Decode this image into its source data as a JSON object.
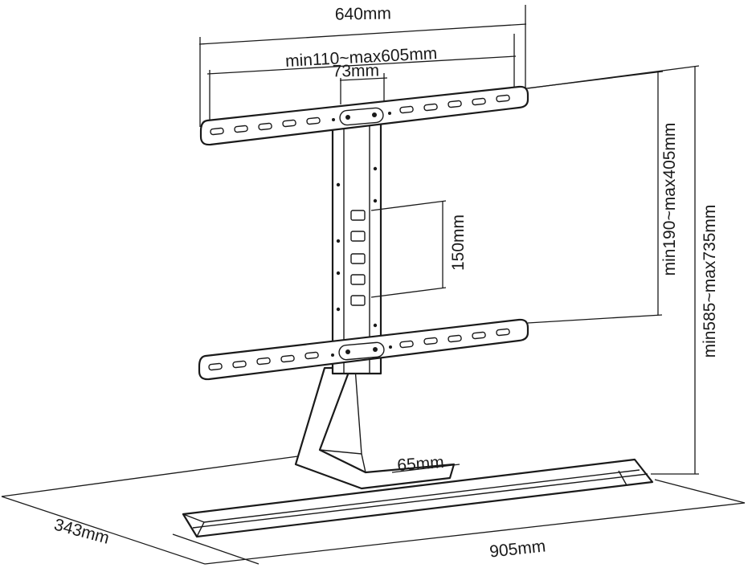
{
  "dimensions": {
    "plate_width": "640mm",
    "vesa_width_range": "min110~max605mm",
    "column_width": "73mm",
    "vesa_height": "150mm",
    "arm_height_range": "min190~max405mm",
    "overall_height_range": "min585~max735mm",
    "base_thickness": "65mm",
    "base_depth": "343mm",
    "base_width": "905mm"
  }
}
